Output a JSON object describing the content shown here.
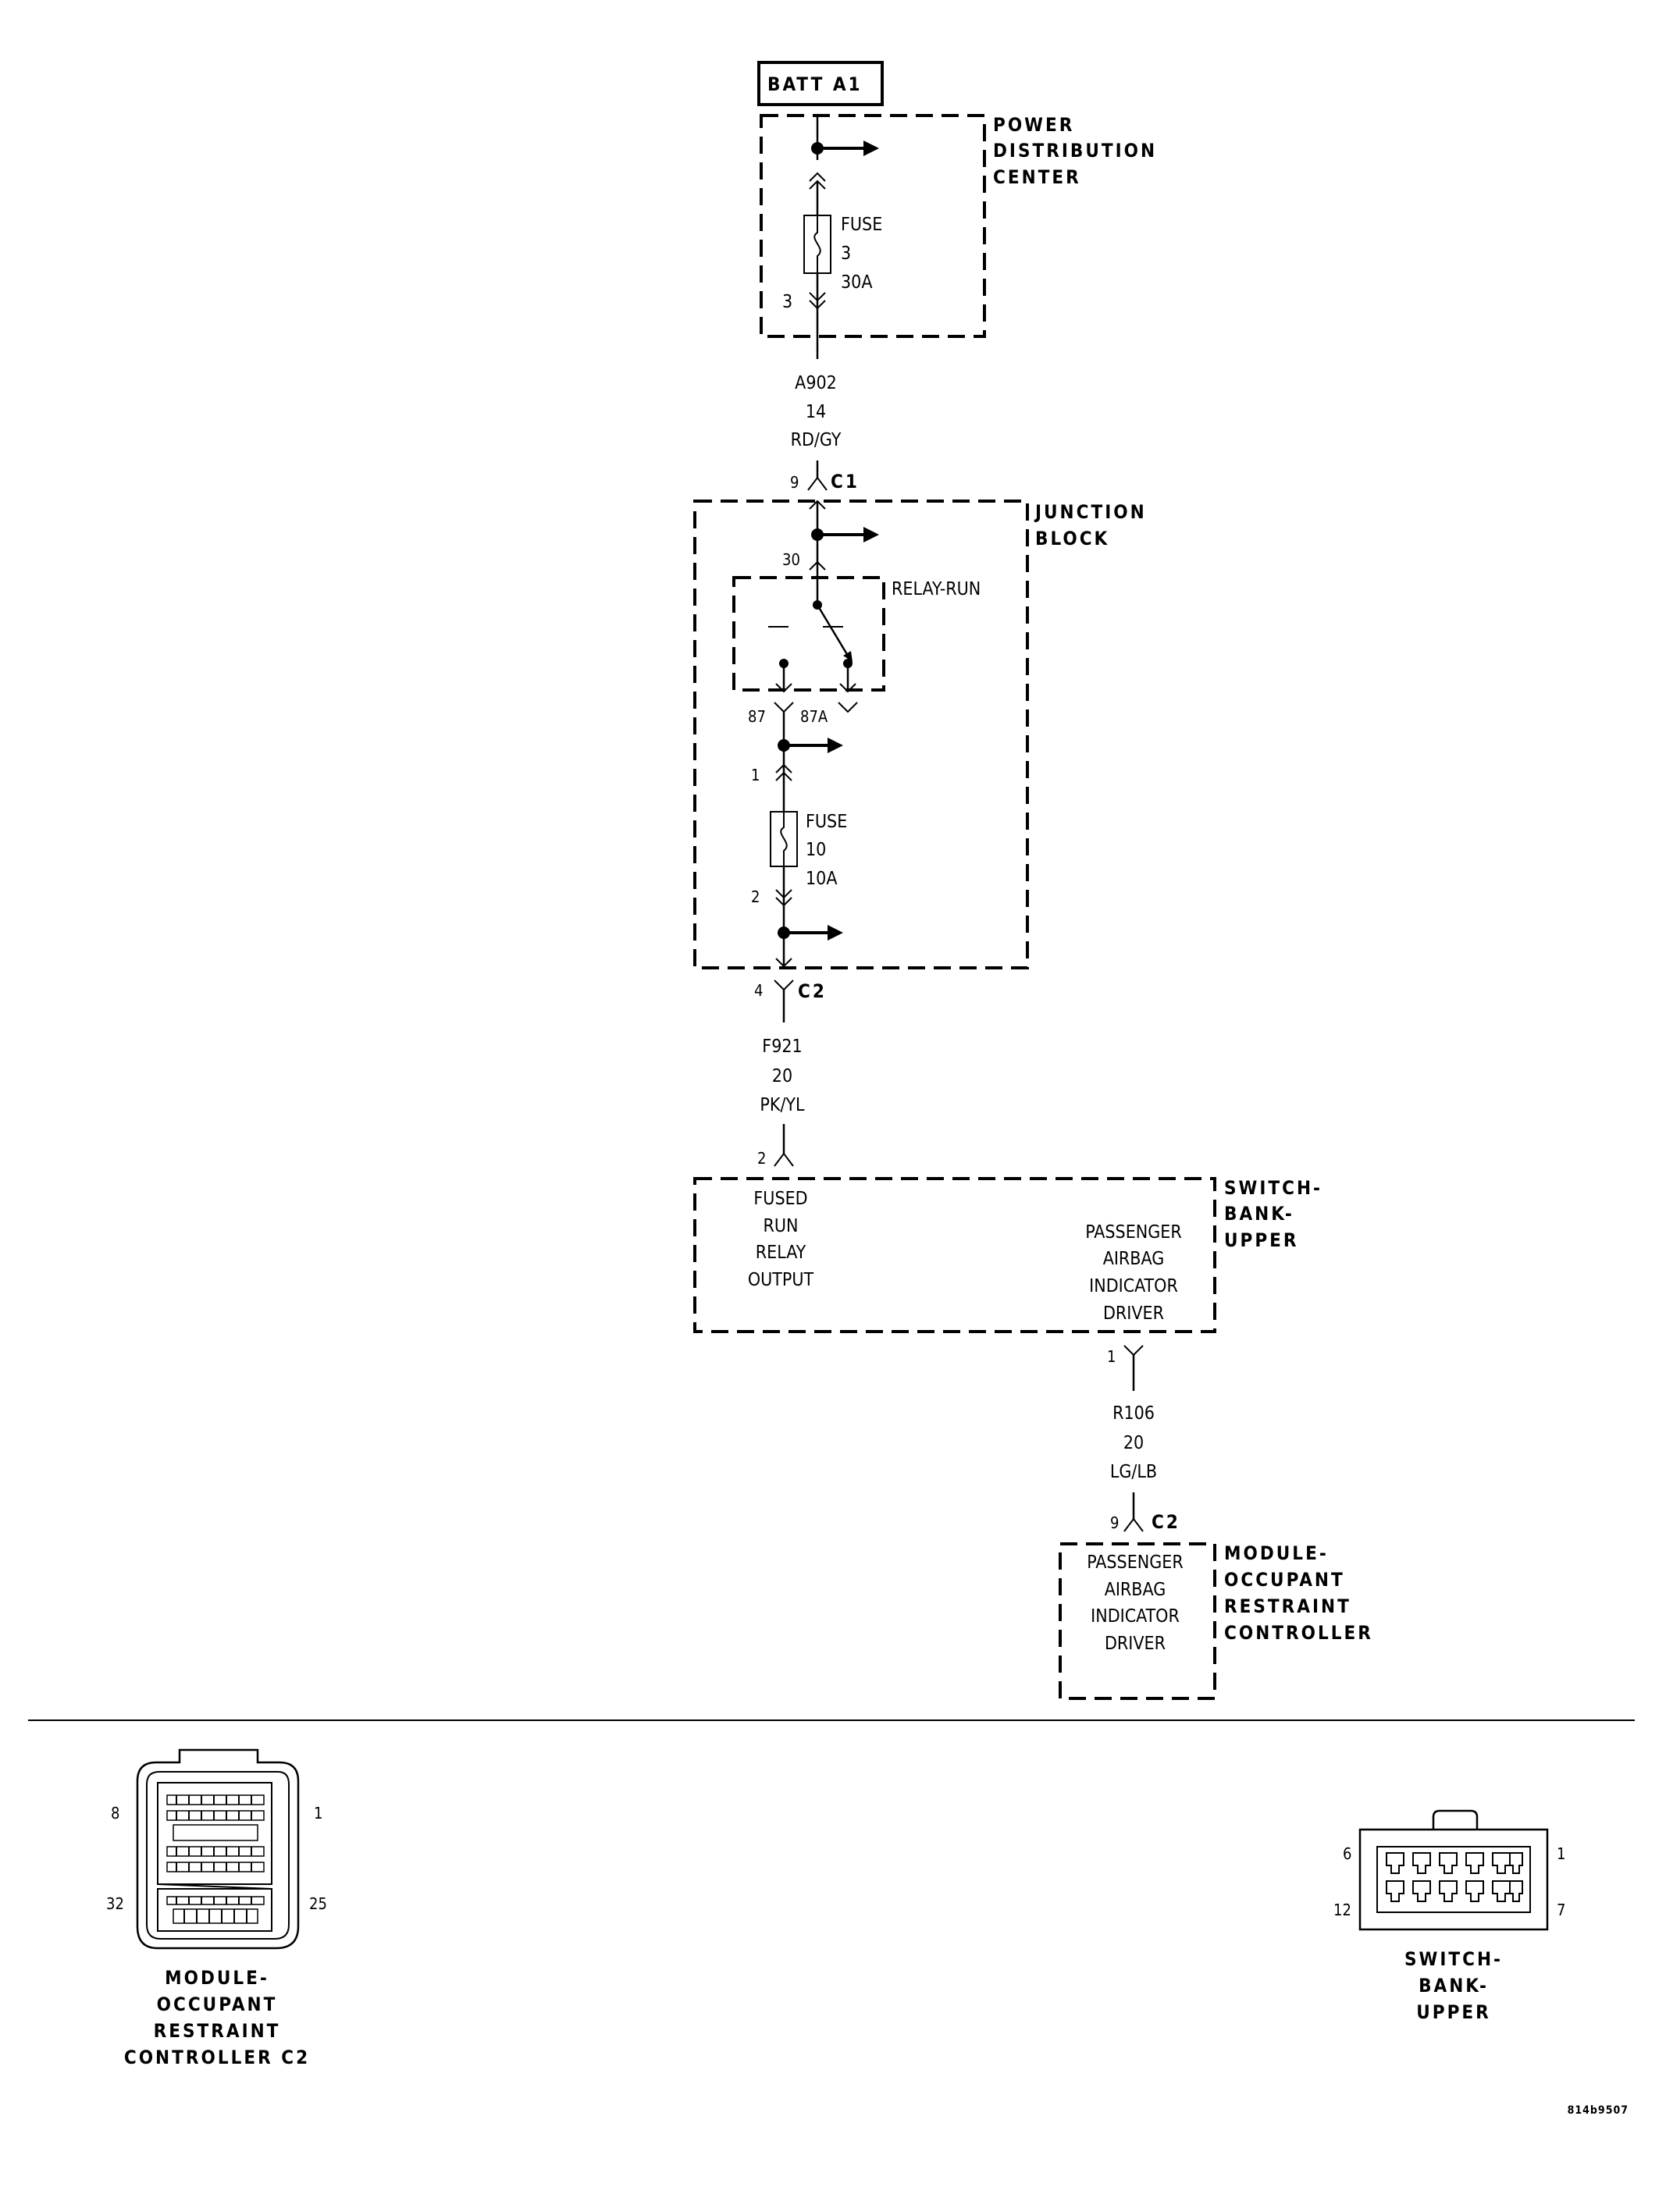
{
  "diagram": {
    "source": {
      "label": "BATT A1"
    },
    "pdc": {
      "name_lines": [
        "POWER",
        "DISTRIBUTION",
        "CENTER"
      ],
      "fuse_lines": [
        "FUSE",
        "3",
        "30A"
      ],
      "cavity": "3"
    },
    "wire_a902": {
      "lines": [
        "A902",
        "14",
        "RD/GY"
      ]
    },
    "jb_conn_c1": {
      "pin": "9",
      "name": "C1"
    },
    "junction_block": {
      "name_lines": [
        "JUNCTION",
        "BLOCK"
      ],
      "relay": {
        "name": "RELAY-RUN",
        "pin_in": "30",
        "pin_87": "87",
        "pin_87a": "87A"
      },
      "fuse_lines": [
        "FUSE",
        "10",
        "10A"
      ],
      "fuse_pin_top": "1",
      "fuse_pin_bottom": "2"
    },
    "jb_conn_c2": {
      "pin": "4",
      "name": "C2"
    },
    "wire_f921": {
      "lines": [
        "F921",
        "20",
        "PK/YL"
      ]
    },
    "switch_bank_upper": {
      "pin_in": "2",
      "name_lines": [
        "SWITCH-",
        "BANK-",
        "UPPER"
      ],
      "left_text": [
        "FUSED",
        "RUN",
        "RELAY",
        "OUTPUT"
      ],
      "right_text": [
        "PASSENGER",
        "AIRBAG",
        "INDICATOR",
        "DRIVER"
      ],
      "pin_out": "1"
    },
    "wire_r106": {
      "lines": [
        "R106",
        "20",
        "LG/LB"
      ]
    },
    "orc_conn": {
      "pin": "9",
      "name": "C2"
    },
    "occupant_restraint_controller": {
      "name_lines": [
        "MODULE-",
        "OCCUPANT",
        "RESTRAINT",
        "CONTROLLER"
      ],
      "text": [
        "PASSENGER",
        "AIRBAG",
        "INDICATOR",
        "DRIVER"
      ]
    }
  },
  "connector_views": {
    "orc_c2": {
      "caption_lines": [
        "MODULE-",
        "OCCUPANT",
        "RESTRAINT",
        "CONTROLLER C2"
      ],
      "pins": {
        "top_left": "8",
        "top_right": "1",
        "bottom_left": "32",
        "bottom_right": "25"
      }
    },
    "switch_bank": {
      "caption_lines": [
        "SWITCH-",
        "BANK-",
        "UPPER"
      ],
      "pins": {
        "top_left": "6",
        "top_right": "1",
        "bottom_left": "12",
        "bottom_right": "7"
      }
    }
  },
  "figure_code": "814b9507"
}
